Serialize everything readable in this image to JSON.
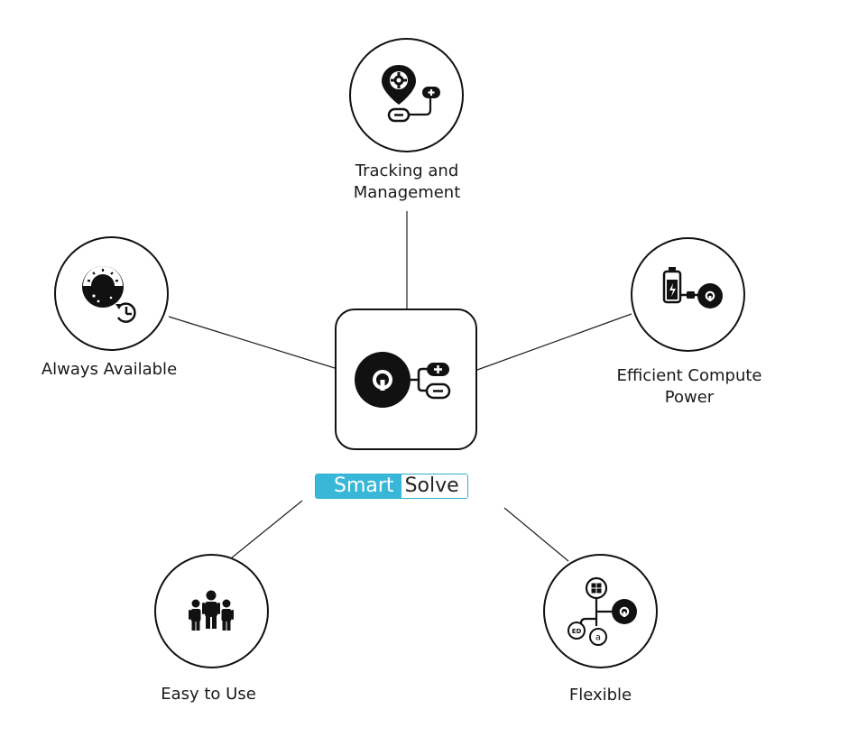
{
  "diagram": {
    "brand": {
      "part1": "Smart",
      "part2": "Solve",
      "accent_color": "#39b7d8"
    },
    "center": {
      "icon": "disc-plus-minus-icon"
    },
    "nodes": {
      "tracking": {
        "label_line1": "Tracking and",
        "label_line2": "Management",
        "icon": "location-gear-connector-icon"
      },
      "always": {
        "label": "Always Available",
        "icon": "day-night-clock-icon"
      },
      "efficient": {
        "label_line1": "Efficient Compute",
        "label_line2": "Power",
        "icon": "battery-plug-disc-icon"
      },
      "easy": {
        "label": "Easy to Use",
        "icon": "people-group-icon"
      },
      "flexible": {
        "label": "Flexible",
        "icon": "branching-nodes-icon"
      }
    },
    "icon_text": {
      "ed": "ED",
      "a": "a"
    }
  }
}
